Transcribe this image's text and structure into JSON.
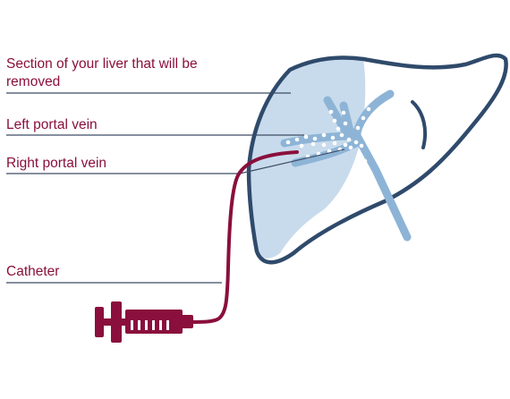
{
  "diagram": {
    "labels": {
      "section_line1": "Section of your liver that will be",
      "section_line2": "removed",
      "left_portal_vein": "Left portal vein",
      "right_portal_vein": "Right portal vein",
      "catheter": "Catheter"
    },
    "colors": {
      "label_text": "#8a0f3c",
      "leader_line": "#3d4c66",
      "liver_outline": "#2f4a6b",
      "removed_section_fill": "#c8dbec",
      "vein": "#8db4d6",
      "embolization_beads": "#ffffff",
      "catheter": "#8a0f3c"
    }
  }
}
